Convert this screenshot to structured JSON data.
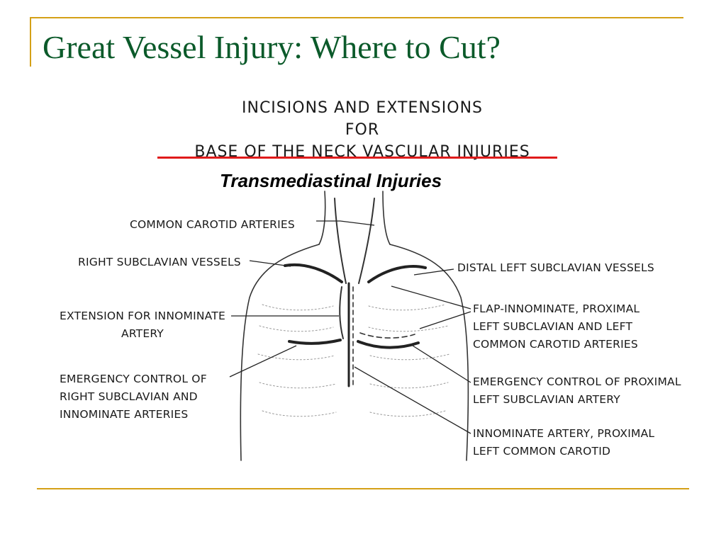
{
  "slide": {
    "title": "Great Vessel Injury: Where to Cut?",
    "accent_color": "#d4a017",
    "title_color": "#0b5a2a"
  },
  "diagram": {
    "heading_lines": [
      "INCISIONS AND EXTENSIONS",
      "FOR",
      "BASE OF THE NECK VASCULAR INJURIES"
    ],
    "strike_color": "#e01b1b",
    "subtitle": "Transmediastinal Injuries",
    "labels": {
      "common_carotid": "COMMON CAROTID ARTERIES",
      "right_subclavian": "RIGHT SUBCLAVIAN VESSELS",
      "extension_innominate": [
        "EXTENSION FOR INNOMINATE",
        "ARTERY"
      ],
      "emergency_right": [
        "EMERGENCY CONTROL OF",
        "RIGHT SUBCLAVIAN AND",
        "INNOMINATE ARTERIES"
      ],
      "distal_left_subclavian": "DISTAL LEFT SUBCLAVIAN VESSELS",
      "flap_innominate": [
        "FLAP-INNOMINATE, PROXIMAL",
        "LEFT SUBCLAVIAN AND LEFT",
        "COMMON CAROTID ARTERIES"
      ],
      "emergency_left": [
        "EMERGENCY CONTROL OF PROXIMAL",
        "LEFT SUBCLAVIAN ARTERY"
      ],
      "innominate_proximal": [
        "INNOMINATE ARTERY, PROXIMAL",
        "LEFT COMMON CAROTID"
      ]
    }
  }
}
